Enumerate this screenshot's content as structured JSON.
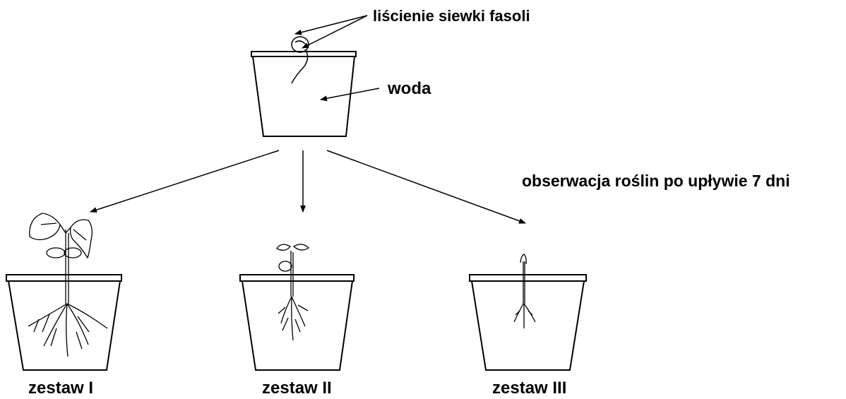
{
  "labels": {
    "cotyledons": "liścienie siewki fasoli",
    "water": "woda",
    "observation": "obserwacja roślin po upływie 7 dni"
  },
  "sets": [
    {
      "label": "zestaw I"
    },
    {
      "label": "zestaw II"
    },
    {
      "label": "zestaw III"
    }
  ],
  "colors": {
    "ink": "#000000",
    "background": "#ffffff"
  }
}
